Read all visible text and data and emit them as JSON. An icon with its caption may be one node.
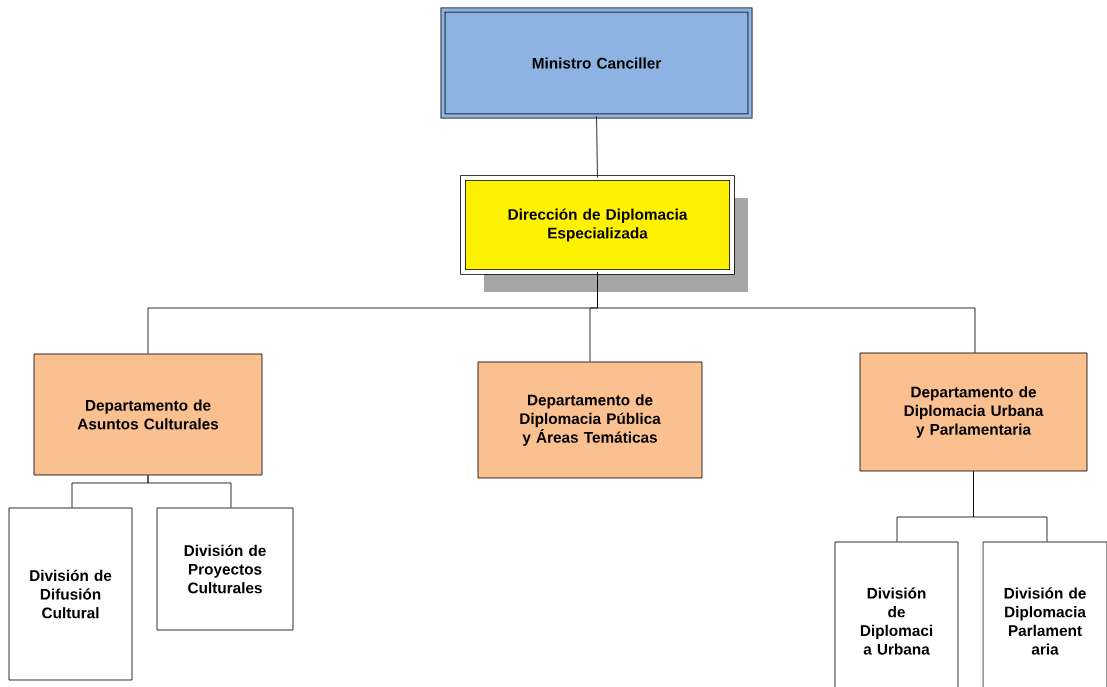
{
  "diagram": {
    "nodes": [
      {
        "text": [
          "Ministro Canciller"
        ]
      },
      {
        "text": [
          "Dirección de Diplomacia Especializada"
        ]
      },
      {
        "text": [
          "Departamento de Asuntos Culturales"
        ]
      },
      {
        "text": [
          "Departamento de Diplomacia Pública y Áreas Temáticas"
        ]
      },
      {
        "text": [
          "Departamento de Diplomacia Urbana y Parlamentaria"
        ]
      },
      {
        "text": [
          "División de Difusión Cultural"
        ]
      },
      {
        "text": [
          "División de Proyectos Culturales"
        ]
      },
      {
        "text": [
          "División de Diplomaci a Urbana"
        ]
      },
      {
        "text": [
          "División de Diplomacia Parlament aria"
        ]
      }
    ],
    "edges": [
      {
        "from": 0,
        "to": 1,
        "arrow": "none"
      },
      {
        "from": 1,
        "to": 2,
        "arrow": "none"
      },
      {
        "from": 1,
        "to": 3,
        "arrow": "none"
      },
      {
        "from": 1,
        "to": 4,
        "arrow": "none"
      },
      {
        "from": 2,
        "to": 5,
        "arrow": "none"
      },
      {
        "from": 2,
        "to": 6,
        "arrow": "none"
      },
      {
        "from": 4,
        "to": 7,
        "arrow": "none"
      },
      {
        "from": 4,
        "to": 8,
        "arrow": "none"
      }
    ]
  }
}
